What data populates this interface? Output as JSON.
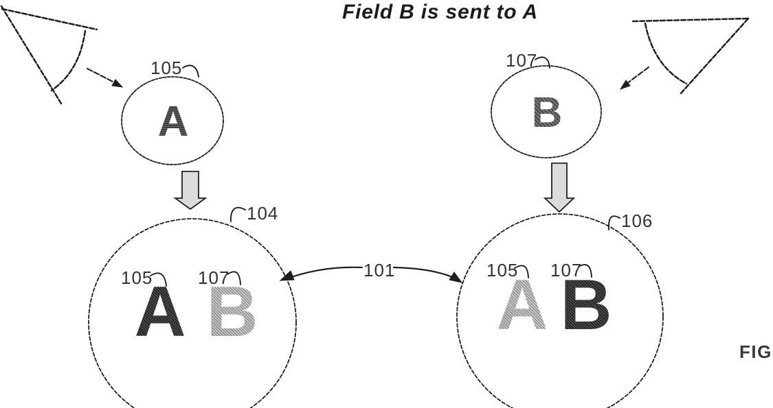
{
  "figure": {
    "title": "Field B is sent to A",
    "fig_label": "FIG",
    "top_left_node": {
      "ref": "105",
      "letter": "A"
    },
    "top_right_node": {
      "ref": "107",
      "letter": "B"
    },
    "merged_left_node": {
      "ref": "104",
      "fields": [
        {
          "ref": "105",
          "letter": "A",
          "shade": "dark"
        },
        {
          "ref": "107",
          "letter": "B",
          "shade": "light"
        }
      ]
    },
    "merged_right_node": {
      "ref": "106",
      "fields": [
        {
          "ref": "105",
          "letter": "A",
          "shade": "light"
        },
        {
          "ref": "107",
          "letter": "B",
          "shade": "dark"
        }
      ]
    },
    "link": {
      "ref": "101"
    },
    "colors": {
      "ink": "#1e1e1e",
      "label": "#333333",
      "letter_dark": "#343434",
      "letter_light": "#a3a3a3",
      "letter_medium_a": "#4b4b4b",
      "letter_medium_b": "#5a5a5a",
      "block_arrow_fill": "#dcdcdc",
      "background": "#ffffff"
    }
  }
}
